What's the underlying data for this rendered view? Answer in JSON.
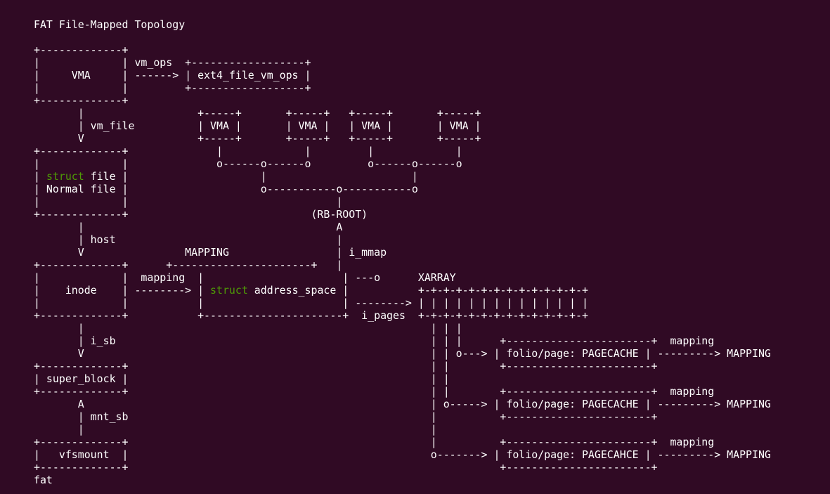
{
  "colors": {
    "background": "#300a24",
    "text": "#ffffff",
    "keyword": "#4e9a06"
  },
  "keyword_tokens": [
    "struct"
  ],
  "lines": [
    "FAT File-Mapped Topology",
    "",
    "+-------------+",
    "|             | vm_ops  +------------------+",
    "|     VMA     | ------> | ext4_file_vm_ops |",
    "|             |         +------------------+",
    "+-------------+",
    "       |                  +-----+       +-----+   +-----+       +-----+",
    "       | vm_file          | VMA |       | VMA |   | VMA |       | VMA |",
    "       V                  +-----+       +-----+   +-----+       +-----+",
    "+-------------+              |             |         |             |",
    "|             |              o------o------o         o------o------o",
    "| struct file |                     |                       |",
    "| Normal file |                     o-----------o-----------o",
    "|             |                                 |",
    "+-------------+                             (RB-ROOT)",
    "       |                                        A",
    "       | host                                   |",
    "       V                MAPPING                 | i_mmap",
    "+-------------+      +----------------------+   |",
    "|             |  mapping  |                      | ---o      XARRAY",
    "|    inode    | --------> | struct address_space |           +-+-+-+-+-+-+-+-+-+-+-+-+-+",
    "|             |           |                      | --------> | | | | | | | | | | | | | |",
    "+-------------+           +----------------------+  i_pages  +-+-+-+-+-+-+-+-+-+-+-+-+-+",
    "       |                                                       | | |",
    "       | i_sb                                                  | | |      +-----------------------+  mapping",
    "       V                                                       | | o---> | folio/page: PAGECACHE | ---------> MAPPING",
    "+-------------+                                                | |        +-----------------------+",
    "| super_block |                                                | |",
    "+-------------+                                                | |        +-----------------------+  mapping",
    "       A                                                       | o-----> | folio/page: PAGECACHE | ---------> MAPPING",
    "       | mnt_sb                                                |          +-----------------------+",
    "       |                                                       |",
    "+-------------+                                                |          +-----------------------+  mapping",
    "|   vfsmount  |                                                o-------> | folio/page: PAGECAHCE | ---------> MAPPING",
    "+-------------+                                                           +-----------------------+",
    "fat"
  ]
}
